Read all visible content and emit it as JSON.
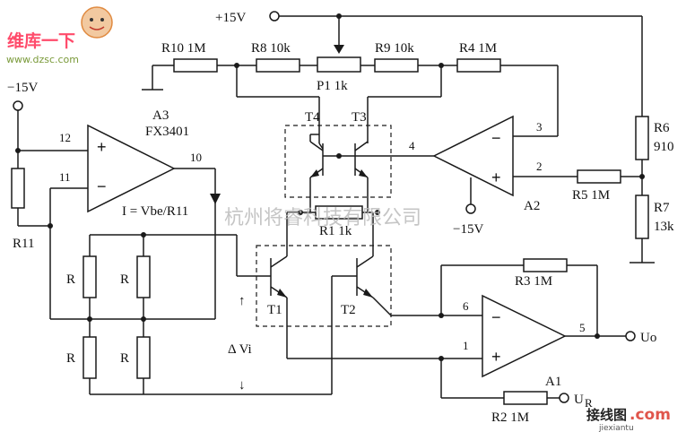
{
  "watermark_top_left": {
    "brand_cn": "维库一下",
    "site": "www.dzsc.com"
  },
  "watermark_center": "杭州将睿科技有限公司",
  "watermark_bottom_right": {
    "brand": "接线图",
    "suffix": ".com",
    "site": "jiexiantu"
  },
  "supplies": {
    "pos": "+15V",
    "neg_left": "−15V",
    "neg_a2": "−15V"
  },
  "components": {
    "r10": "R10  1M",
    "r8": "R8  10k",
    "r9": "R9  10k",
    "r4": "R4  1M",
    "p1": "P1   1k",
    "r6": "R6",
    "r6_val": "910",
    "r7": "R7",
    "r7_val": "13k",
    "r5": "R5  1M",
    "r1": "R1  1k",
    "r3": "R3  1M",
    "r2": "R2  1M",
    "r11": "R11",
    "r_generic": "R"
  },
  "amplifiers": {
    "a3_name": "A3",
    "a3_part": "FX3401",
    "a2_name": "A2",
    "a1_name": "A1",
    "plus": "+",
    "minus": "−"
  },
  "transistors": {
    "t1": "T1",
    "t2": "T2",
    "t3": "T3",
    "t4": "T4"
  },
  "pins": {
    "p12": "12",
    "p11": "11",
    "p10": "10",
    "p4": "4",
    "p3": "3",
    "p2": "2",
    "p6": "6",
    "p5": "5",
    "p1": "1"
  },
  "annotations": {
    "current": "I = Vbe/R11",
    "delta_vi": "Δ Vi",
    "up_arrow": "↑",
    "down_arrow": "↓",
    "uo": "Uo",
    "ur": "U",
    "ur_sub": "R"
  }
}
